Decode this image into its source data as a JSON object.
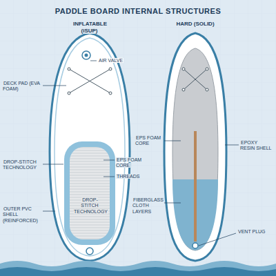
{
  "diagram": {
    "title": "PADDLE BOARD INTERNAL STRUCTURES",
    "labels": [
      "INFLATABLE (iSUP)",
      "HARD (SOLID)",
      "DECK PAD (EVA FOAM)",
      "AIR VALVE",
      "EPS FOAM CORE",
      "EPOXY RESIN SHELL",
      "EPS FOAM CORE",
      "DROP-STITCH TECHNOLOGY",
      "THREADS",
      "DROP-STITCH TECHNOLOGY",
      "FIBERGLASS CLOTH LAYERS",
      "OUTER PVC SHELL (REINFORCED)",
      "VENT PLUG"
    ]
  }
}
